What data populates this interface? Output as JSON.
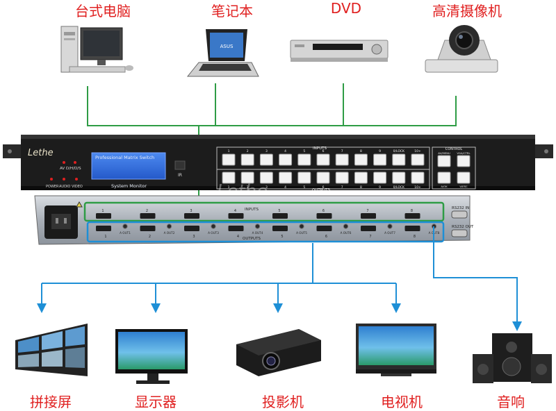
{
  "sources": [
    {
      "label": "台式电脑",
      "icon": "desktop-computer-icon"
    },
    {
      "label": "笔记本",
      "icon": "laptop-icon"
    },
    {
      "label": "DVD",
      "icon": "dvd-player-icon"
    },
    {
      "label": "高清摄像机",
      "icon": "ptz-camera-icon"
    }
  ],
  "destinations": [
    {
      "label": "拼接屏",
      "icon": "video-wall-icon"
    },
    {
      "label": "显示器",
      "icon": "monitor-icon"
    },
    {
      "label": "投影机",
      "icon": "projector-icon"
    },
    {
      "label": "电视机",
      "icon": "tv-icon"
    },
    {
      "label": "音响",
      "icon": "speaker-icon"
    }
  ],
  "device": {
    "brand": "Lethe",
    "title": "Professional Matrix Switch",
    "monitor": "System Monitor",
    "ir": "IR",
    "leds_top": "AV D/H/D/S",
    "leds_bottom": [
      "POWER",
      "AUDIO",
      "VIDEO"
    ],
    "inputs_label": "INPUTS",
    "outputs_label": "OUTPUTS",
    "control_label": "CONTROL",
    "button_numbers": [
      "1",
      "2",
      "3",
      "4",
      "5",
      "6",
      "7",
      "8",
      "9",
      "0/LOCK",
      "10+"
    ],
    "control_top": [
      "AV/MENU",
      "VGA/CTRL"
    ],
    "control_bottom": [
      "A/OK",
      "V/ESC"
    ],
    "watermark": "Lethe",
    "rear_inputs_label": "INPUTS",
    "rear_outputs_label": "OUTPUTS",
    "rs232_in": "RS232 IN",
    "rs232_out": "RS232 OUT",
    "rear_numbers": [
      "1",
      "2",
      "3",
      "4",
      "5",
      "6",
      "7",
      "8"
    ],
    "aout_labels": [
      "A OUT1",
      "A OUT2",
      "A OUT3",
      "A OUT4",
      "A OUT5",
      "A OUT6",
      "A OUT7",
      "A OUT8"
    ]
  },
  "colors": {
    "label": "#e02020",
    "input_line": "#2e9c45",
    "output_line": "#1e8fd6",
    "chassis": "#1b1b1b",
    "lcd": "#2f6fe0"
  }
}
